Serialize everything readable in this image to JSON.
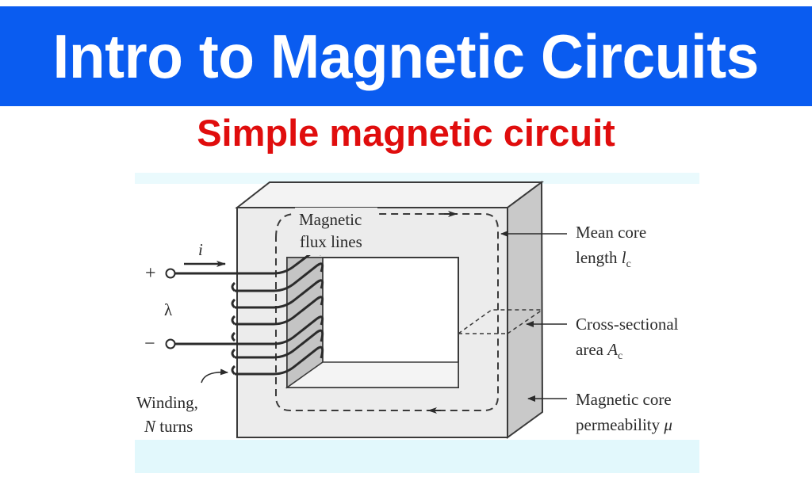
{
  "header": {
    "title": "Intro to Magnetic Circuits",
    "subtitle": "Simple magnetic circuit"
  },
  "colors": {
    "banner_bg": "#0a5cf0",
    "banner_text": "#ffffff",
    "subtitle_text": "#e00d0d",
    "core_front": "#ececec",
    "core_top": "#f2f2f2",
    "core_side": "#c9c9c9",
    "band": "#e2f8fc",
    "line": "#3a3a3a"
  },
  "diagram": {
    "current_label": "i",
    "plus_label": "+",
    "minus_label": "−",
    "flux_linkage_label": "λ",
    "flux_lines_label_line1": "Magnetic",
    "flux_lines_label_line2": "flux lines",
    "winding_label_line1": "Winding,",
    "winding_label_line2_var": "N",
    "winding_label_line2_text": " turns",
    "mean_core_line1": "Mean core",
    "mean_core_line2_text": "length ",
    "mean_core_line2_var": "l",
    "mean_core_line2_sub": "c",
    "cross_section_line1": "Cross-sectional",
    "cross_section_line2_text": "area ",
    "cross_section_line2_var": "A",
    "cross_section_line2_sub": "c",
    "permeability_line1": "Magnetic core",
    "permeability_line2_text": "permeability ",
    "permeability_line2_var": "μ",
    "winding_turns_count": 6
  }
}
